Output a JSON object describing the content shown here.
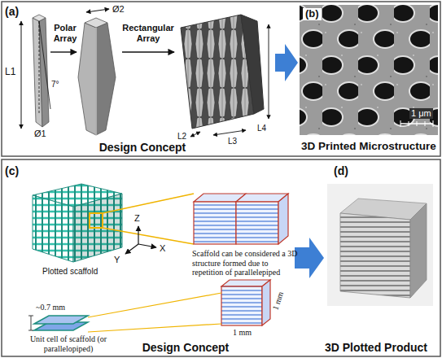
{
  "diagram": {
    "labels": [
      "(a)",
      "L1",
      "7°",
      "Ø1",
      "Polar Array",
      "Ø2",
      "Rectangular Array",
      "L2",
      "L3",
      "L4",
      "Design Concept",
      "(b)",
      "1 μm",
      "3D Printed Microstructure",
      "(c)",
      "Plotted scaffold",
      "Z",
      "Y",
      "X",
      "Scaffold can be considered a 3D structure formed due to repetition of parallelepiped",
      "~0.7 mm",
      "Unit cell of scaffold (or parallelopiped)",
      "1 mm",
      "1 mm",
      "Design Concept",
      "(d)",
      "3D Plotted Product"
    ]
  }
}
